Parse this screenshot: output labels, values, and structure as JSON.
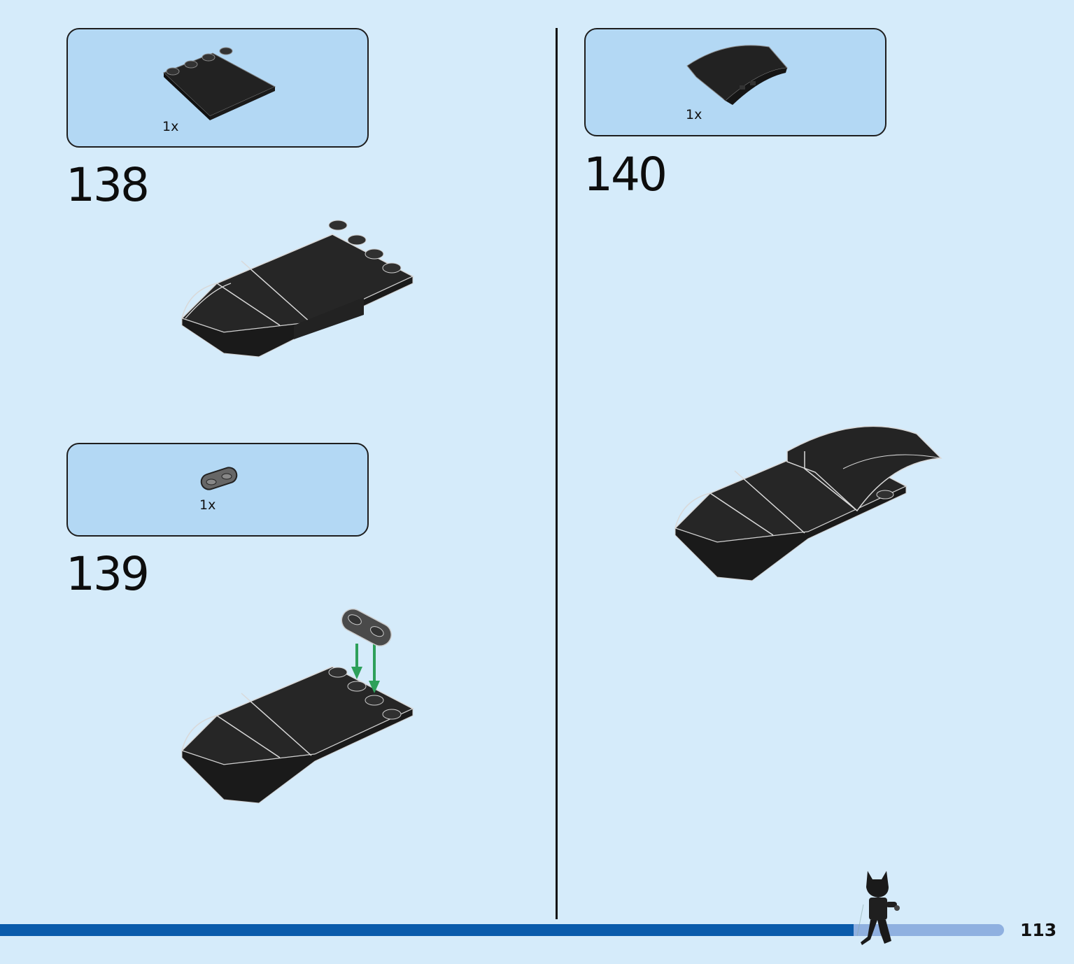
{
  "steps": [
    {
      "number": "138",
      "parts": [
        {
          "quantity": "1x",
          "piece": "4x4 black tile with studs"
        }
      ]
    },
    {
      "number": "139",
      "parts": [
        {
          "quantity": "1x",
          "piece": "dark gray 1x2 rounded plate"
        }
      ]
    },
    {
      "number": "140",
      "parts": [
        {
          "quantity": "1x",
          "piece": "black curved wedge slope"
        }
      ]
    }
  ],
  "footer": {
    "page_number": "113",
    "progress": 0.85
  },
  "colors": {
    "background": "#d5ebfa",
    "parts_box": "#b3d8f4",
    "brick": "#262626",
    "arrow": "#2ea05a",
    "progress_fill": "#0a5bab",
    "progress_track": "#8fb0e0"
  }
}
